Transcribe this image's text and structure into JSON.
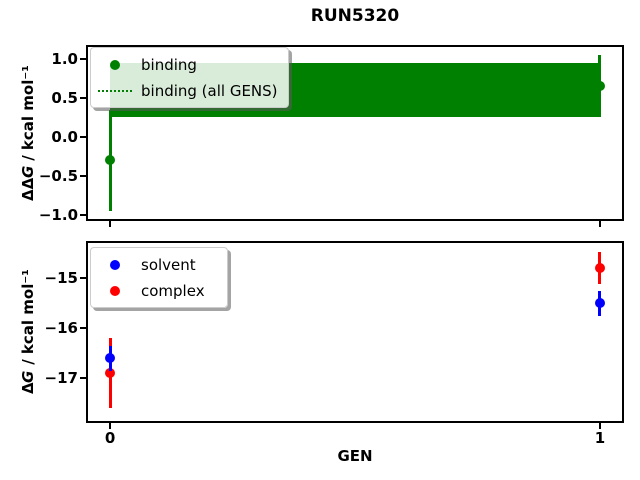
{
  "figure": {
    "title": "RUN5320"
  },
  "chart_data": [
    {
      "type": "scatter",
      "title": "RUN5320",
      "xlabel": "",
      "ylabel": "ΔΔG / kcal mol⁻¹",
      "ylabel_parts": {
        "symbol": "ΔΔ",
        "variable": "G",
        "units": " / kcal mol⁻¹"
      },
      "xlim": [
        -0.045,
        1.045
      ],
      "ylim": [
        -1.05,
        1.15
      ],
      "grid": false,
      "legend_position": "upper left",
      "yticks": [
        1.0,
        0.5,
        0.0,
        -0.5,
        -1.0
      ],
      "ytick_labels": [
        "1.0",
        "0.5",
        "0.0",
        "−0.5",
        "−1.0"
      ],
      "xticks": [
        0,
        1
      ],
      "xtick_labels": [
        "",
        ""
      ],
      "series": [
        {
          "name": "binding",
          "color": "#008000",
          "marker": "circle",
          "x": [
            0,
            1
          ],
          "y": [
            -0.3,
            0.65
          ],
          "yerr": [
            0.65,
            0.4
          ]
        }
      ],
      "band": {
        "name": "binding (all GENS)",
        "color": "#008000",
        "x": [
          0,
          1
        ],
        "lo": 0.25,
        "hi": 0.95,
        "center": 0.6,
        "line_style": "dotted"
      },
      "legend": [
        {
          "label": "binding",
          "marker": "circle",
          "color": "#008000"
        },
        {
          "label": "binding (all GENS)",
          "marker": "dotted-line",
          "color": "#008000"
        }
      ]
    },
    {
      "type": "scatter",
      "title": "",
      "xlabel": "GEN",
      "ylabel": "ΔG / kcal mol⁻¹",
      "ylabel_parts": {
        "symbol": "Δ",
        "variable": "G",
        "units": " / kcal mol⁻¹"
      },
      "xlim": [
        -0.045,
        1.045
      ],
      "ylim": [
        -17.85,
        -14.3
      ],
      "grid": false,
      "legend_position": "upper left",
      "yticks": [
        -15,
        -16,
        -17
      ],
      "ytick_labels": [
        "−15",
        "−16",
        "−17"
      ],
      "xticks": [
        0,
        1
      ],
      "xtick_labels": [
        "0",
        "1"
      ],
      "series": [
        {
          "name": "solvent",
          "color": "#0000ff",
          "marker": "circle",
          "x": [
            0,
            1
          ],
          "y": [
            -16.6,
            -15.5
          ],
          "yerr": [
            0.25,
            0.25
          ]
        },
        {
          "name": "complex",
          "color": "#ff0000",
          "marker": "circle",
          "x": [
            0,
            1
          ],
          "y": [
            -16.9,
            -14.8
          ],
          "yerr": [
            0.7,
            0.32
          ]
        }
      ],
      "legend": [
        {
          "label": "solvent",
          "marker": "circle",
          "color": "#0000ff"
        },
        {
          "label": "complex",
          "marker": "circle",
          "color": "#ff0000"
        }
      ]
    }
  ]
}
